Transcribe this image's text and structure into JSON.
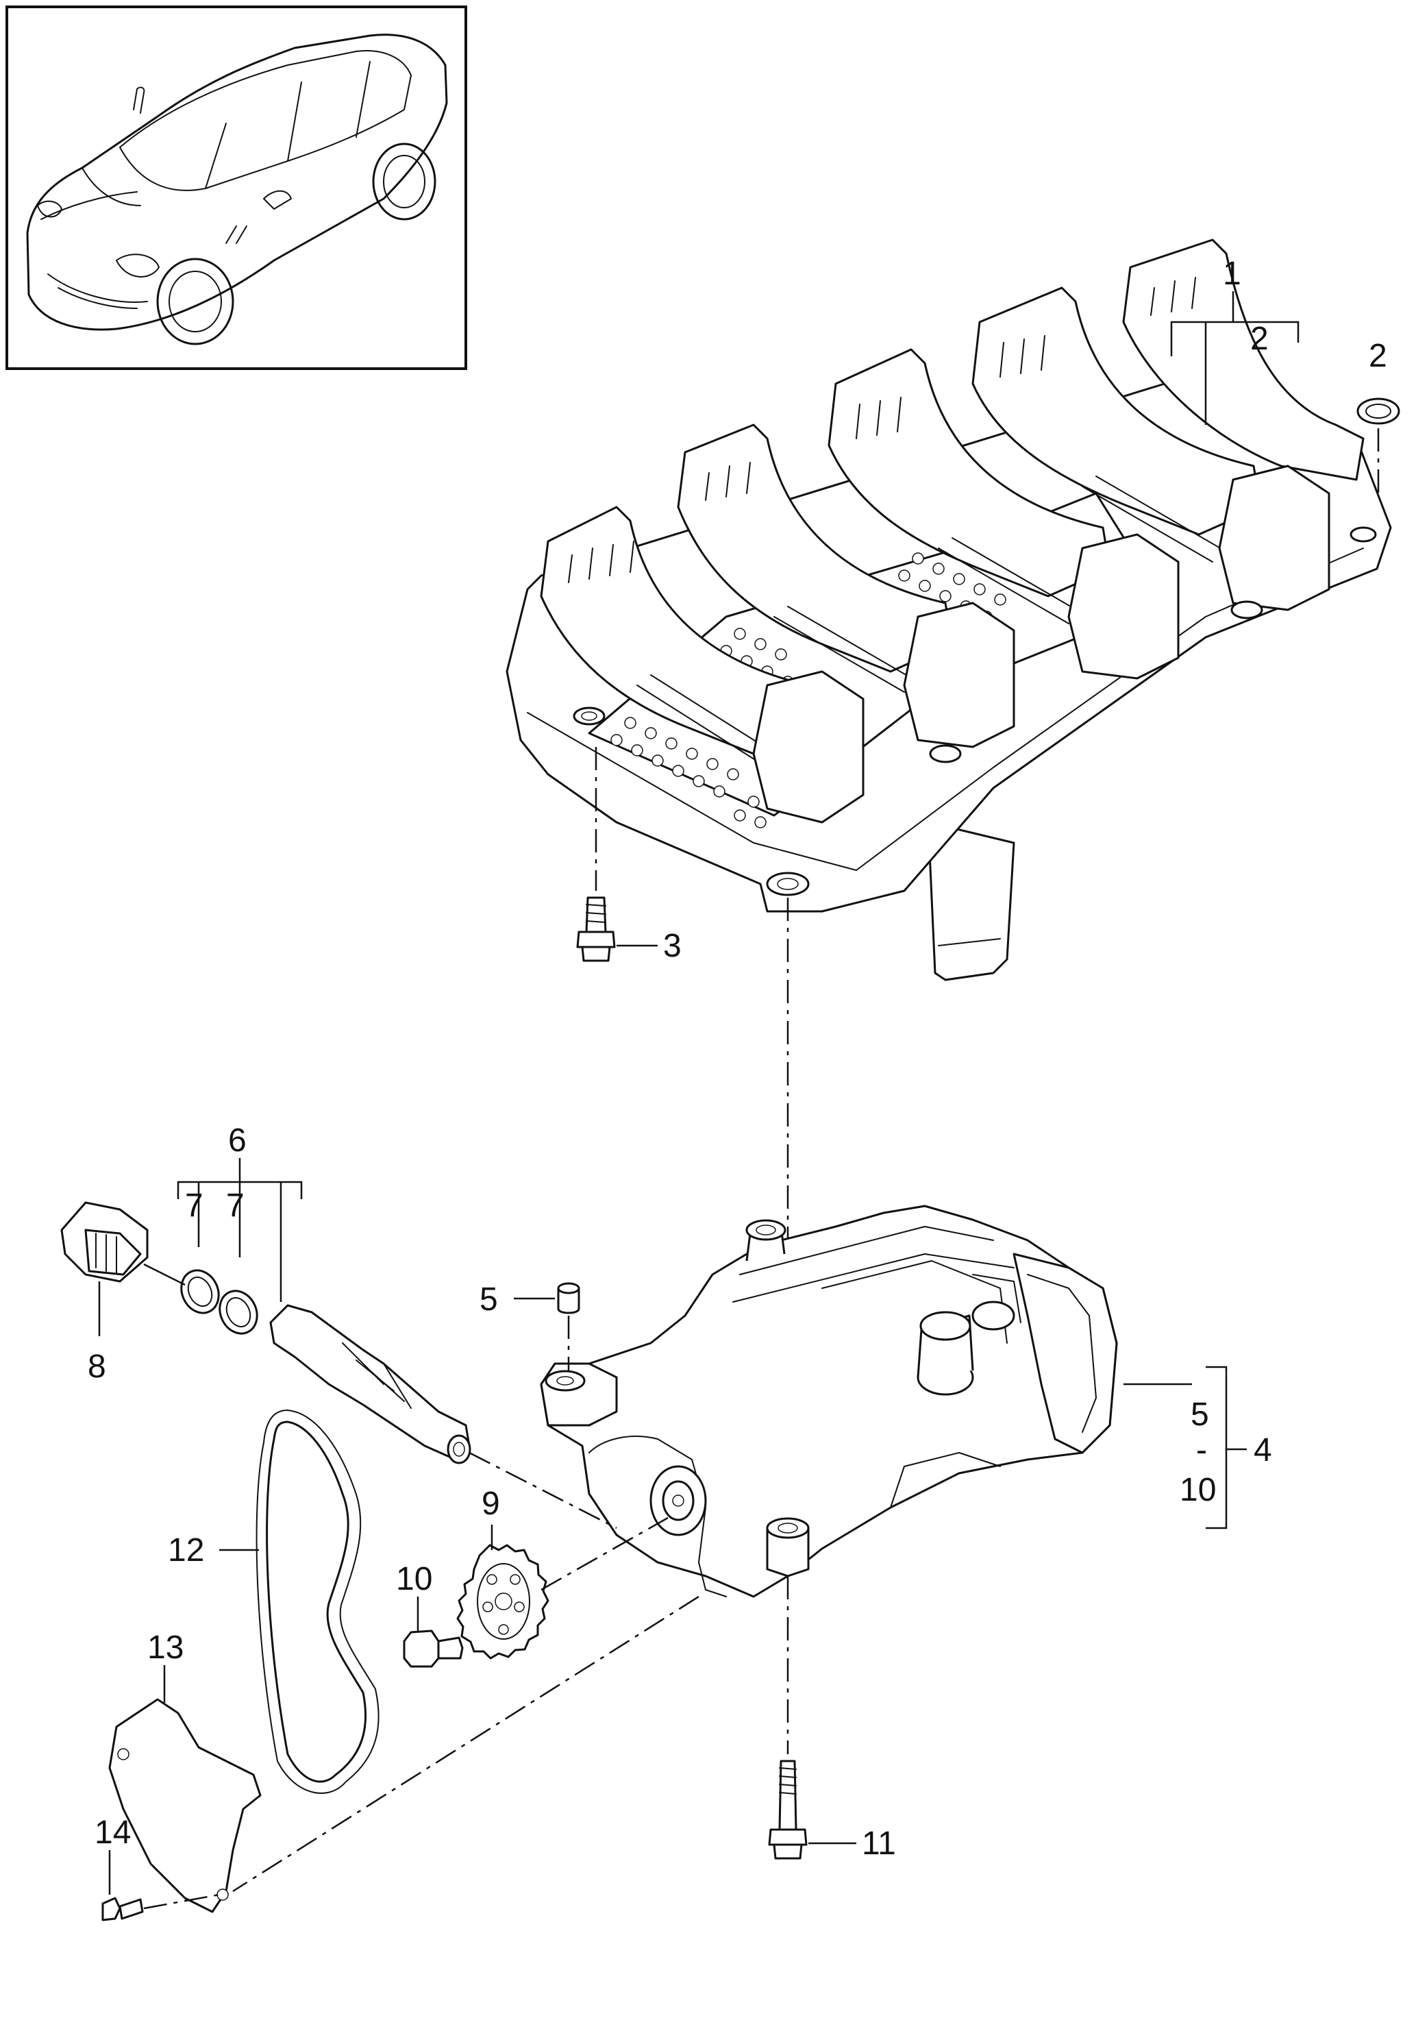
{
  "diagram": {
    "callouts": {
      "c1": "1",
      "c1_sub2": "2",
      "c2": "2",
      "c3": "3",
      "c4": "4",
      "c4_range_start": "5",
      "c4_range_dash": "-",
      "c4_range_end": "10",
      "c5": "5",
      "c6": "6",
      "c7a": "7",
      "c7b": "7",
      "c8": "8",
      "c9": "9",
      "c10": "10",
      "c11": "11",
      "c12": "12",
      "c13": "13",
      "c14": "14"
    }
  }
}
